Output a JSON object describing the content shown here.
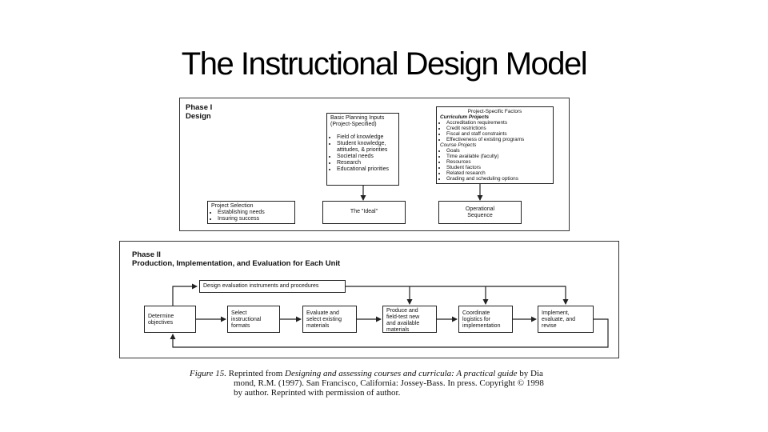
{
  "slide": {
    "title": "The Instructional Design Model"
  },
  "phase1": {
    "label_line1": "Phase I",
    "label_line2": "Design",
    "planning_inputs": {
      "title_line1": "Basic Planning Inputs",
      "title_line2": "(Project-Specified)",
      "items": [
        "Field of knowledge",
        "Student knowledge,",
        "attitudes, & priorities",
        "Societal needs",
        "Research",
        "Educational priorities"
      ]
    },
    "project_factors": {
      "title": "Project-Specific Factors",
      "curriculum_heading": "Curriculum Projects",
      "curriculum_items": [
        "Accreditation requirements",
        "Credit restrictions",
        "Fiscal and staff constraints",
        "Effectiveness of existing programs"
      ],
      "course_heading": "Course Projects",
      "course_items": [
        "Goals",
        "Time available (faculty)",
        "Resources",
        "Student factors",
        "Related research",
        "Grading and scheduling options"
      ]
    },
    "project_selection": {
      "title": "Project Selection",
      "items": [
        "Establishing needs",
        "Insuring success"
      ]
    },
    "ideal": "The \"Ideal\"",
    "operational": {
      "line1": "Operational",
      "line2": "Sequence"
    }
  },
  "phase2": {
    "label_line1": "Phase II",
    "label_line2": "Production, Implementation, and Evaluation for Each Unit",
    "eval_instruments": "Design evaluation instruments and procedures",
    "steps": [
      {
        "line1": "Determine",
        "line2": "objectives",
        "line3": ""
      },
      {
        "line1": "Select",
        "line2": "instructional",
        "line3": "formats"
      },
      {
        "line1": "Evaluate and",
        "line2": "select existing",
        "line3": "materials"
      },
      {
        "line1": "Produce and",
        "line2": "field-test new",
        "line3": "and available materials"
      },
      {
        "line1": "Coordinate",
        "line2": "logistics for",
        "line3": "implementation"
      },
      {
        "line1": "Implement,",
        "line2": "evaluate, and",
        "line3": "revise"
      }
    ]
  },
  "caption": {
    "figure_label": "Figure 15.",
    "line1_a": "Reprinted from",
    "line1_book": "Designing and assessing courses and curricula:  A practical guide",
    "line1_b": "by Dia",
    "line2": "mond, R.M. (1997).  San Francisco, California:  Jossey-Bass.  In press.  Copyright © 1998",
    "line3": "by author.  Reprinted with permission of author."
  }
}
